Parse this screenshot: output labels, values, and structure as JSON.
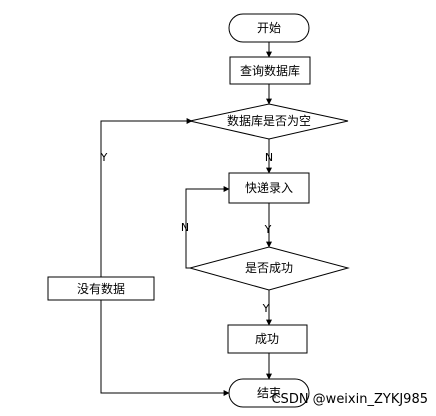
{
  "flowchart": {
    "start": "开始",
    "query_db": "查询数据库",
    "db_empty_check": "数据库是否为空",
    "courier_entry": "快递录入",
    "success_check": "是否成功",
    "success": "成功",
    "no_data": "没有数据",
    "end": "结束"
  },
  "edge_labels": {
    "empty_yes": "Y",
    "empty_no": "N",
    "entry_loop_no": "N",
    "entry_yes": "Y",
    "success_yes": "Y"
  },
  "watermark": "CSDN @weixin_ZYKJ985",
  "colors": {
    "line": "#000000",
    "fill": "#ffffff",
    "watermark": "#9a9a9a"
  }
}
